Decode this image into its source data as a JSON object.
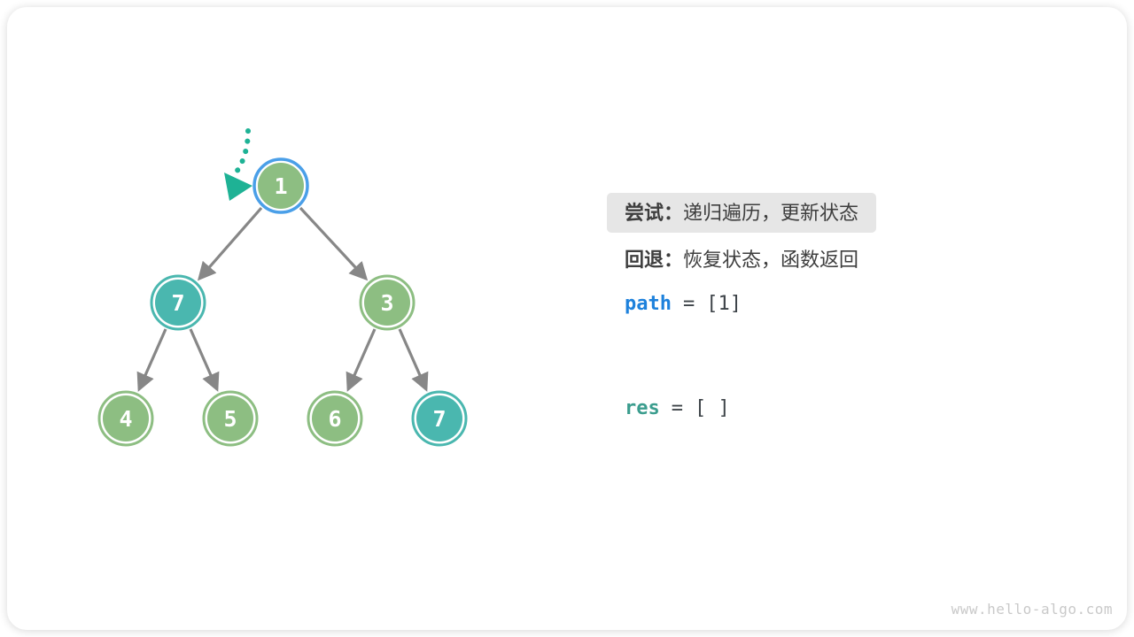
{
  "colors": {
    "node-green": "#8dbe82",
    "node-teal": "#4ab7af",
    "current-ring-blue": "#4a9fe8",
    "edge-gray": "#878787",
    "pointer-teal": "#1eb295",
    "text-dark": "#3e3e3e",
    "code-gray": "#3d4348",
    "highlight-bg": "#e6e6e6",
    "path-blue": "#1d81dc",
    "res-teal": "#3b9d8e",
    "watermark-gray": "#c9c9c9"
  },
  "tree": {
    "description": "binary tree, root highlighted as current node",
    "nodes": [
      {
        "value": "1",
        "color": "green",
        "state": "current"
      },
      {
        "value": "7",
        "color": "teal",
        "state": "normal"
      },
      {
        "value": "3",
        "color": "green",
        "state": "normal"
      },
      {
        "value": "4",
        "color": "green",
        "state": "normal"
      },
      {
        "value": "5",
        "color": "green",
        "state": "normal"
      },
      {
        "value": "6",
        "color": "green",
        "state": "normal"
      },
      {
        "value": "7",
        "color": "teal",
        "state": "normal"
      }
    ],
    "edges": [
      [
        0,
        1
      ],
      [
        0,
        2
      ],
      [
        1,
        3
      ],
      [
        1,
        4
      ],
      [
        2,
        5
      ],
      [
        2,
        6
      ]
    ]
  },
  "annotations": {
    "try_label": "尝试：",
    "try_text": "递归遍历，更新状态",
    "backtrack_label": "回退：",
    "backtrack_text": "恢复状态，函数返回",
    "path_name": "path",
    "path_eq": "=",
    "path_value": "[1]",
    "res_name": "res",
    "res_eq": "=",
    "res_value": "[ ]"
  },
  "watermark": "www.hello-algo.com"
}
